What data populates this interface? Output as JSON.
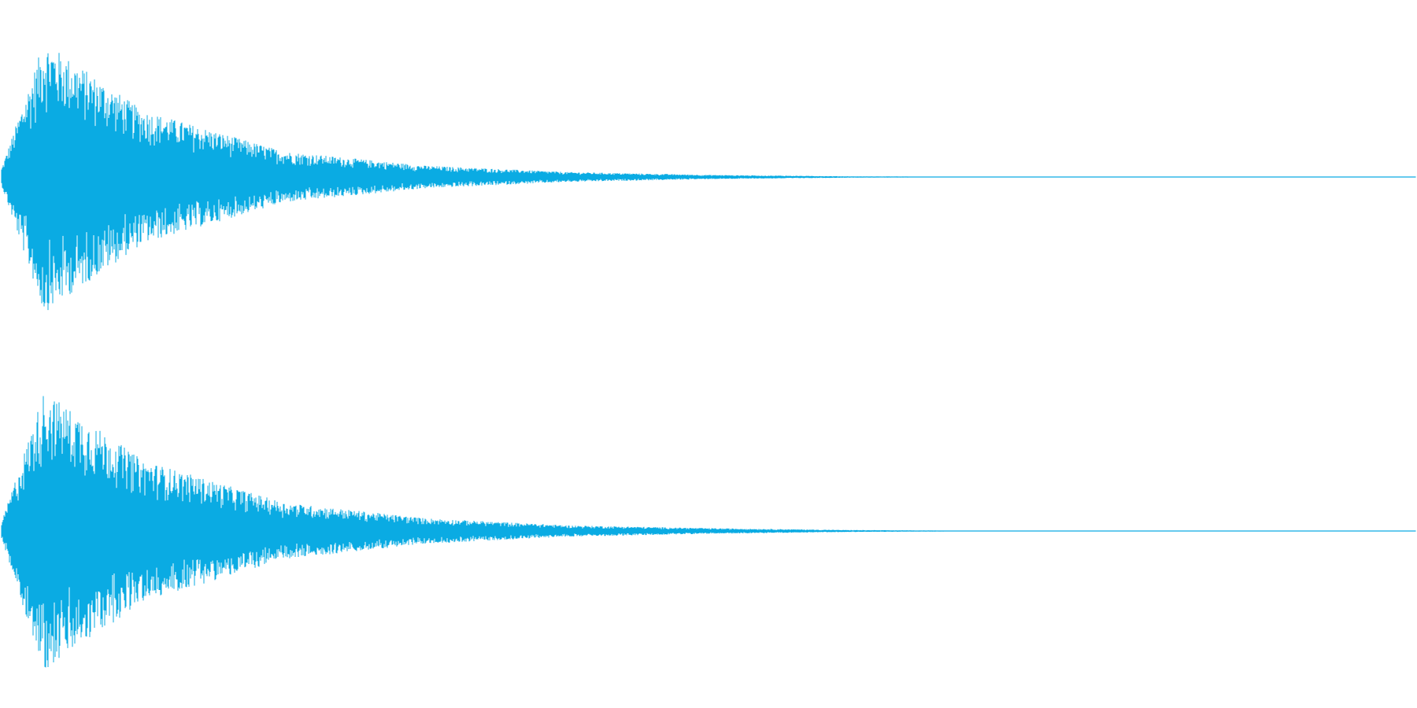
{
  "chart_data": {
    "type": "line",
    "title": "",
    "xlabel": "",
    "ylabel": "",
    "ylim": [
      -1,
      1
    ],
    "grid": false,
    "legend": "none",
    "color": "#0aabe3",
    "background": "#ffffff",
    "channels": [
      {
        "x": [
          0,
          0.03,
          0.1,
          0.2,
          0.3,
          0.4,
          0.5,
          0.6,
          0.7
        ],
        "envelope": [
          0.06,
          0.96,
          0.47,
          0.18,
          0.08,
          0.035,
          0.015,
          0.005,
          0.002
        ]
      },
      {
        "x": [
          0,
          0.03,
          0.1,
          0.2,
          0.3,
          0.4,
          0.5,
          0.6,
          0.7
        ],
        "envelope": [
          0.06,
          0.99,
          0.5,
          0.2,
          0.09,
          0.04,
          0.02,
          0.007,
          0.002
        ]
      }
    ]
  }
}
